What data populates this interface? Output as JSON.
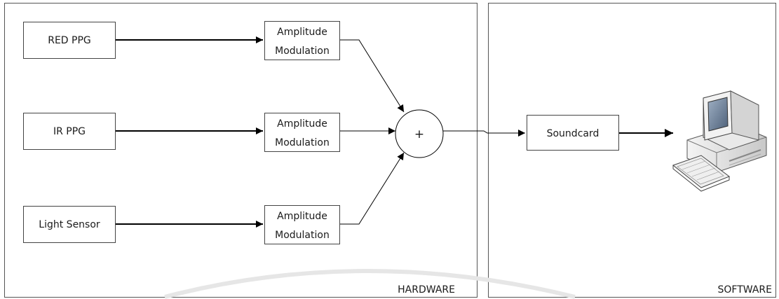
{
  "panels": {
    "hardware_label": "HARDWARE",
    "software_label": "SOFTWARE"
  },
  "sources": [
    {
      "label": "RED PPG"
    },
    {
      "label": "IR PPG"
    },
    {
      "label": "Light Sensor"
    }
  ],
  "modulators": [
    {
      "line1": "Amplitude",
      "line2": "Modulation"
    },
    {
      "line1": "Amplitude",
      "line2": "Modulation"
    },
    {
      "line1": "Amplitude",
      "line2": "Modulation"
    }
  ],
  "summing_junction": {
    "symbol": "+"
  },
  "soundcard": {
    "label": "Soundcard"
  },
  "computer": {
    "icon": "desktop-computer-icon"
  }
}
